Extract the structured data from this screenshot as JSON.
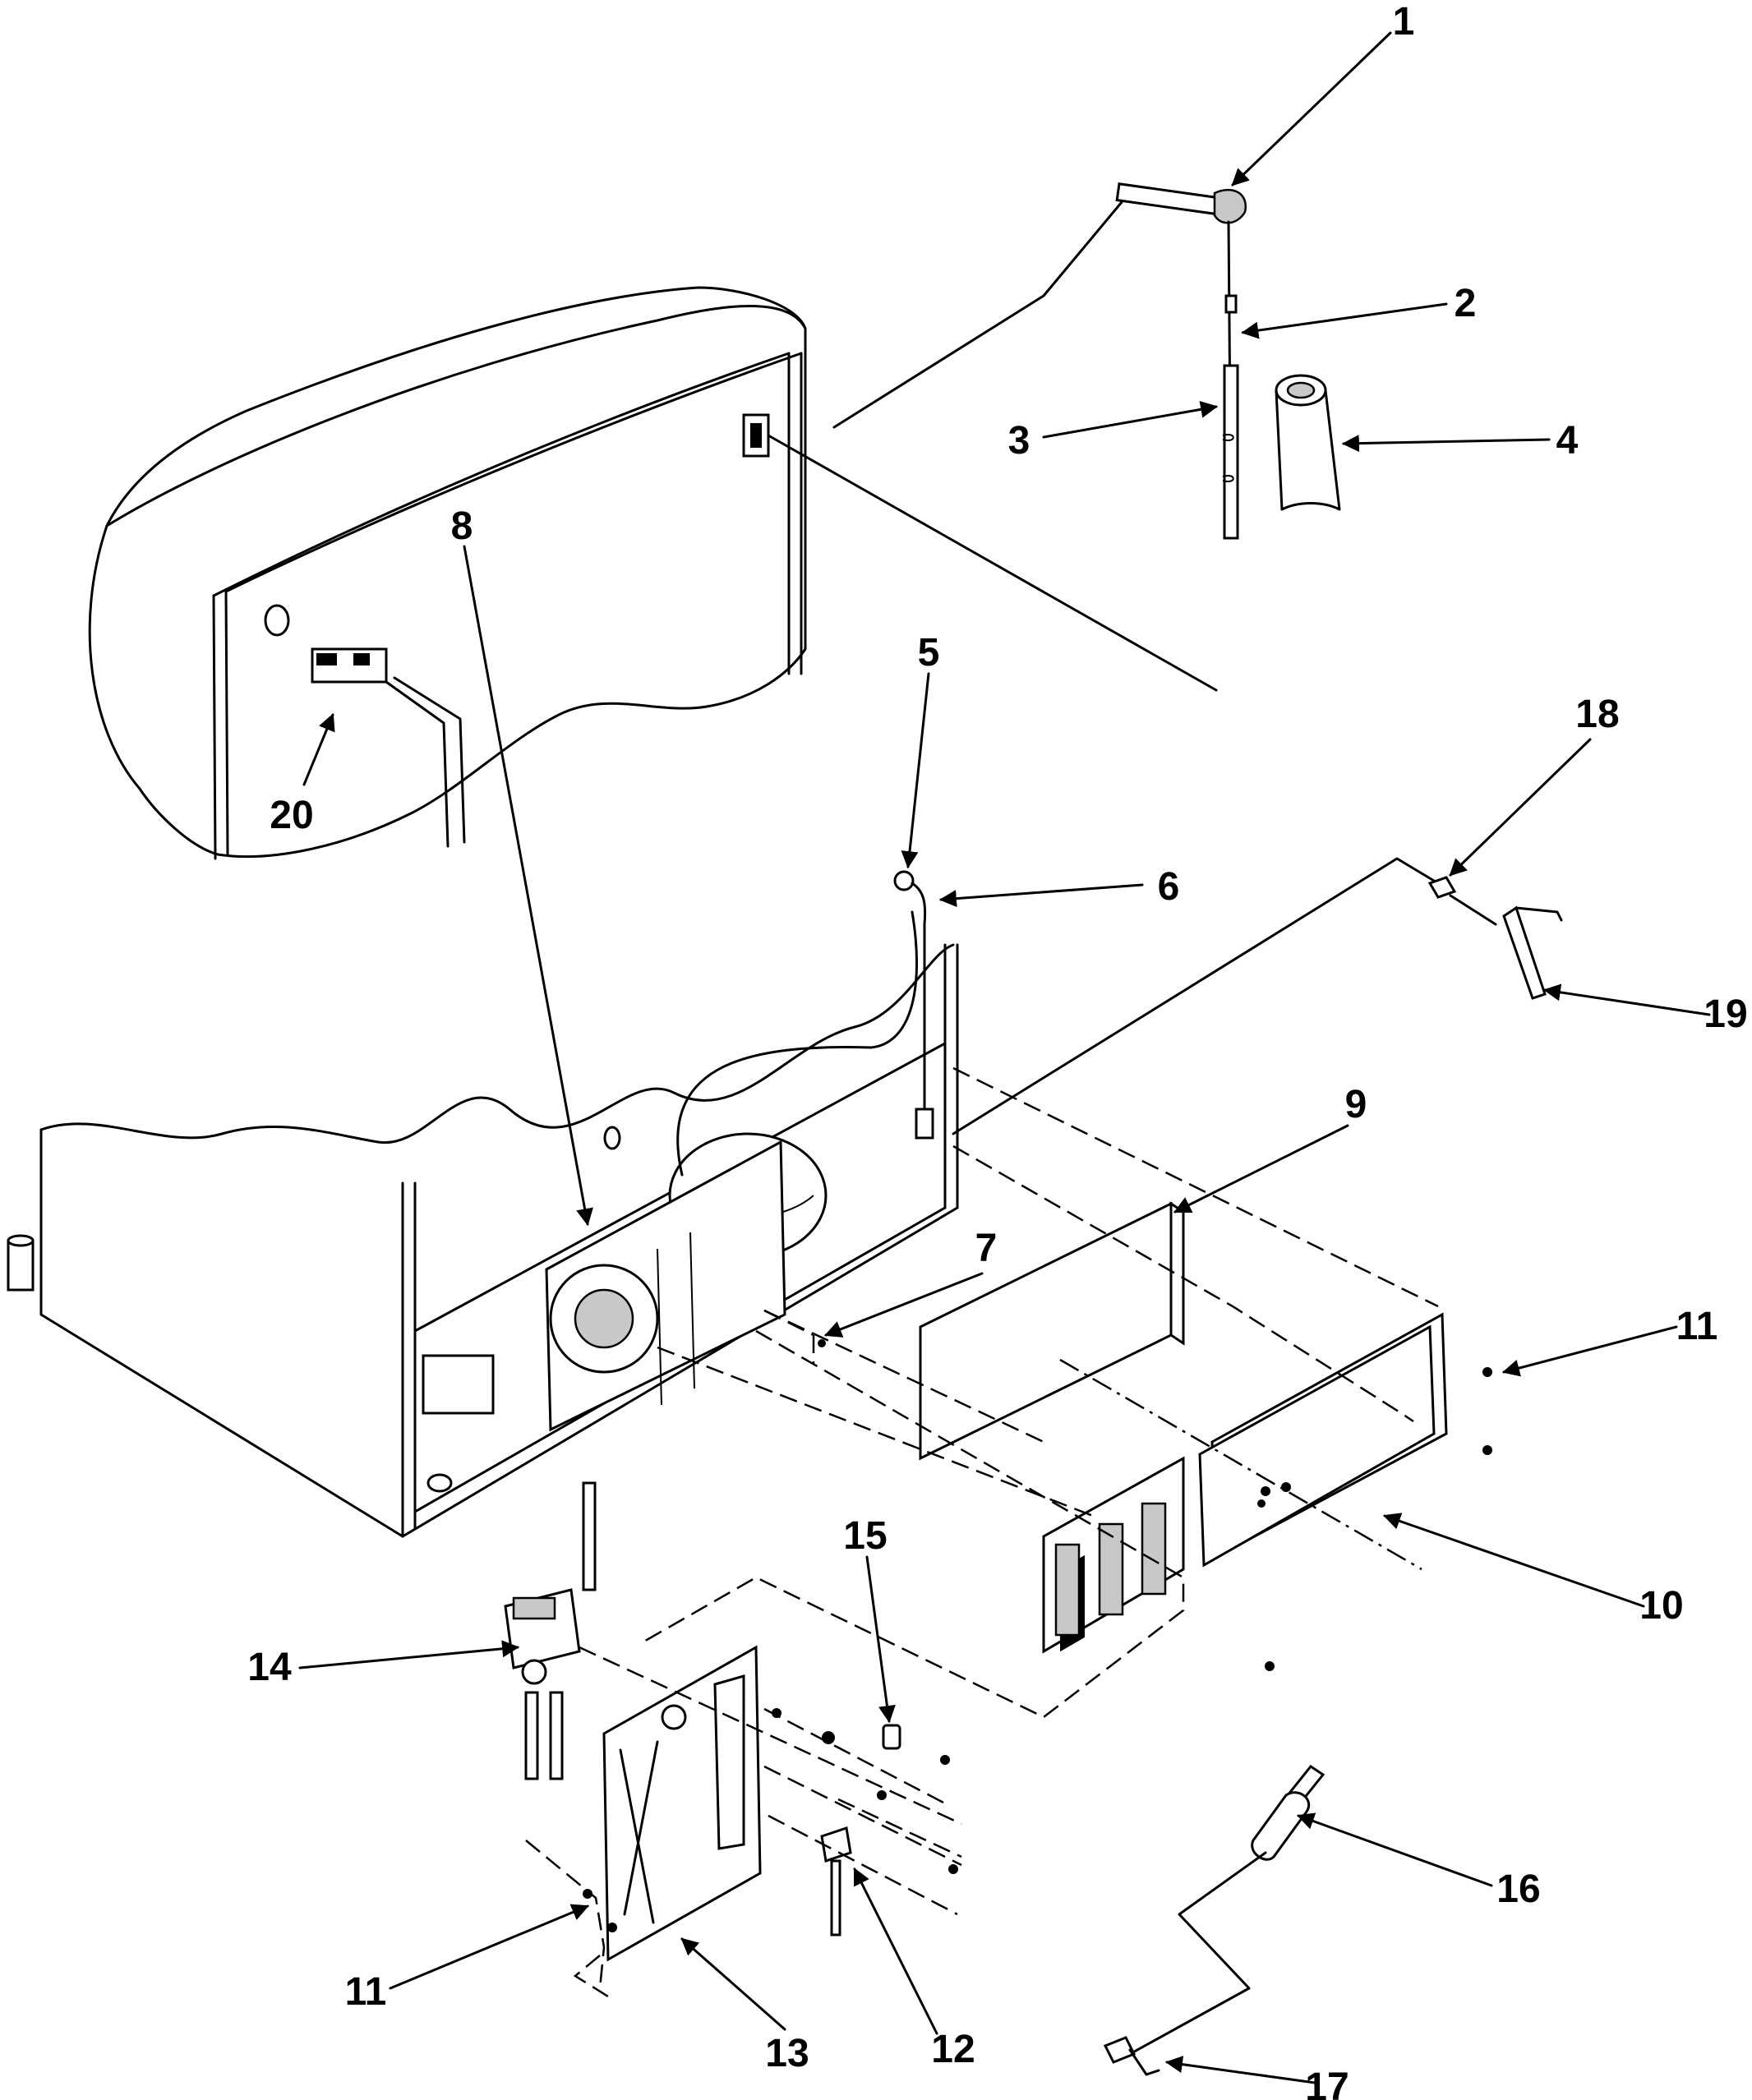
{
  "callouts": [
    {
      "id": "1",
      "text": "1"
    },
    {
      "id": "2",
      "text": "2"
    },
    {
      "id": "3",
      "text": "3"
    },
    {
      "id": "4",
      "text": "4"
    },
    {
      "id": "5",
      "text": "5"
    },
    {
      "id": "6",
      "text": "6"
    },
    {
      "id": "7",
      "text": "7"
    },
    {
      "id": "8",
      "text": "8"
    },
    {
      "id": "9",
      "text": "9"
    },
    {
      "id": "10",
      "text": "10"
    },
    {
      "id": "11a",
      "text": "11"
    },
    {
      "id": "11b",
      "text": "11"
    },
    {
      "id": "12",
      "text": "12"
    },
    {
      "id": "13",
      "text": "13"
    },
    {
      "id": "14",
      "text": "14"
    },
    {
      "id": "15",
      "text": "15"
    },
    {
      "id": "16",
      "text": "16"
    },
    {
      "id": "17",
      "text": "17"
    },
    {
      "id": "18",
      "text": "18"
    },
    {
      "id": "19",
      "text": "19"
    },
    {
      "id": "20",
      "text": "20"
    }
  ],
  "colors": {
    "ink": "#000000",
    "paper": "#ffffff",
    "shade": "#c8c8c8"
  }
}
